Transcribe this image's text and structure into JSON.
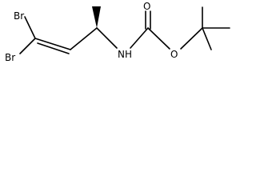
{
  "molecule": {
    "atoms": {
      "br_top": "Br",
      "br_bottom": "Br",
      "nitrogen_hydrogen": "NH",
      "carbonyl_oxygen": "O",
      "ester_oxygen": "O"
    }
  },
  "colors": {
    "bond": "#000000",
    "label": "#000000",
    "background": "#ffffff"
  }
}
